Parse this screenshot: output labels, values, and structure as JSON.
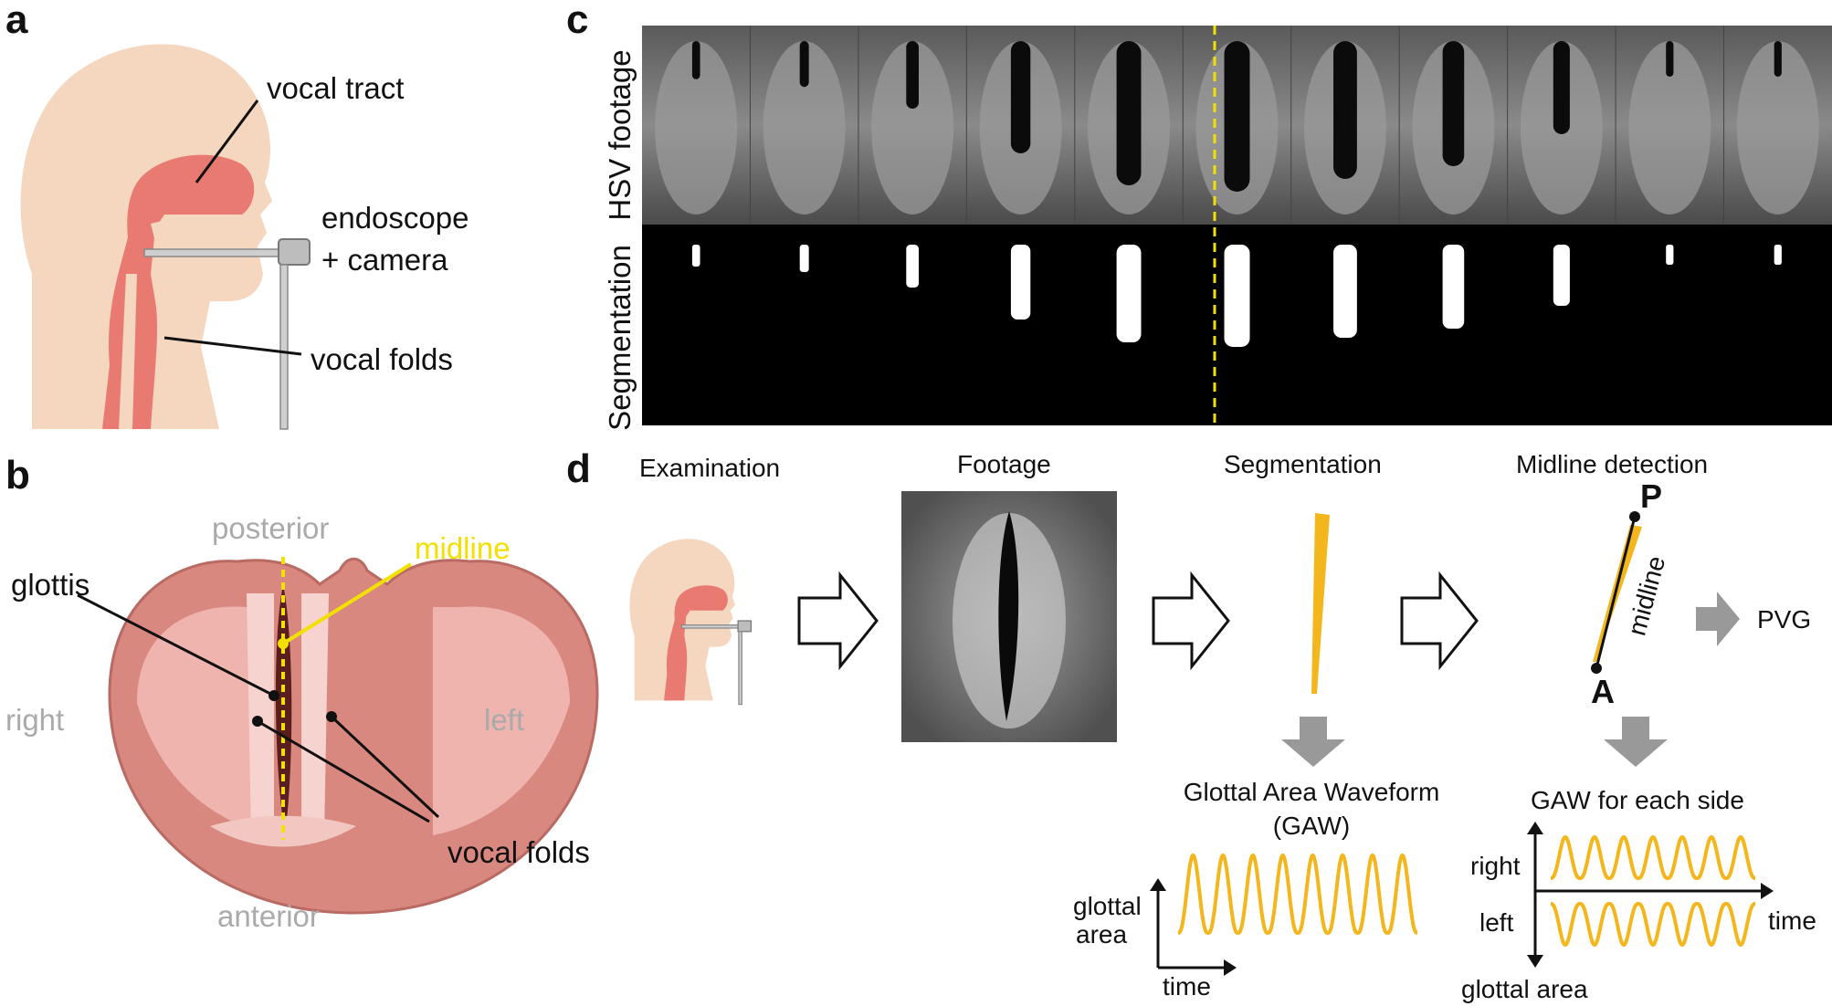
{
  "panels": {
    "a": "a",
    "b": "b",
    "c": "c",
    "d": "d"
  },
  "panel_a": {
    "vocal_tract": "vocal tract",
    "endoscope": "endoscope",
    "camera": "+ camera",
    "vocal_folds": "vocal folds"
  },
  "panel_b": {
    "posterior": "posterior",
    "anterior": "anterior",
    "right": "right",
    "left": "left",
    "midline": "midline",
    "glottis": "glottis",
    "vocal_folds": "vocal folds"
  },
  "panel_c": {
    "row_top": "HSV footage",
    "row_bottom": "Segmentation",
    "frame_count": 11,
    "opening_levels": [
      0.12,
      0.18,
      0.35,
      0.7,
      0.95,
      1.0,
      0.9,
      0.8,
      0.55,
      0.1,
      0.1
    ]
  },
  "panel_d": {
    "examination": "Examination",
    "footage": "Footage",
    "segmentation": "Segmentation",
    "midline_detection": "Midline detection",
    "point_p": "P",
    "point_a": "A",
    "midline": "midline",
    "pvg": "PVG",
    "gaw_title_1": "Glottal Area Waveform",
    "gaw_title_2": "(GAW)",
    "glottal_1": "glottal",
    "area": "area",
    "time": "time",
    "gaw_each_side": "GAW for each side",
    "right": "right",
    "left": "left",
    "time2": "time",
    "glottal_area": "glottal area",
    "gaw_cycles": 8,
    "side_cycles": 7
  },
  "colors": {
    "skin": "#f5d6bf",
    "tract": "#e87a72",
    "yellow": "#f2e000",
    "gold": "#f3b61c",
    "grey_arrow": "#999999",
    "tissue_outer": "#d98880",
    "tissue_inner": "#efb4ae"
  }
}
